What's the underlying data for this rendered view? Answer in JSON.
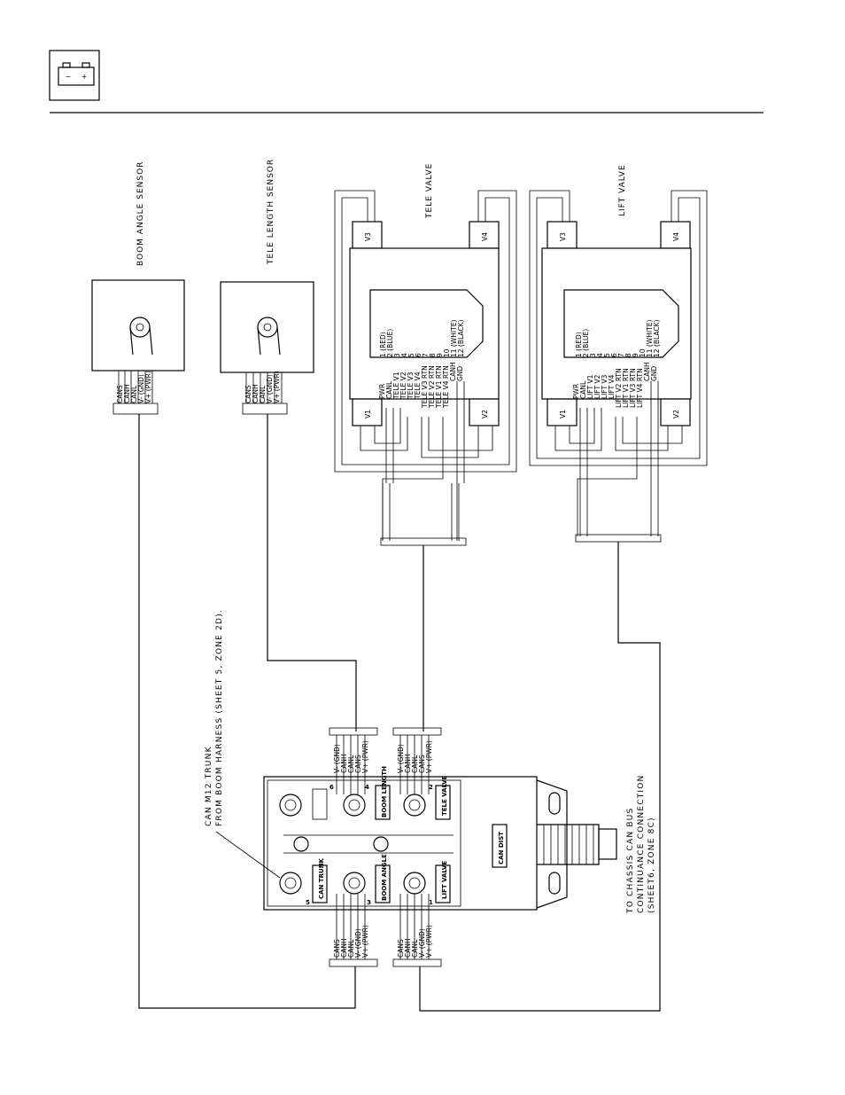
{
  "header": {
    "icon": "battery-icon",
    "minus": "−",
    "plus": "+"
  },
  "sensors": {
    "boom_angle": {
      "title": "BOOM ANGLE SENSOR",
      "pins": [
        "CANS",
        "CANH",
        "CANL",
        "V- (GND)",
        "V+ (PWR)"
      ]
    },
    "tele_length": {
      "title": "TELE LENGTH SENSOR",
      "pins": [
        "CANS",
        "CANH",
        "CANL",
        "V- (GND)",
        "V+ (PWR)"
      ]
    }
  },
  "tele_valve": {
    "title": "TELE VALVE",
    "coils": [
      "V3",
      "V4",
      "V1",
      "V2"
    ],
    "wires": [
      "PWR",
      "CANL",
      "TELE V1",
      "TELE V2",
      "TELE V3",
      "TELE V4",
      "TELE V3 RTN",
      "TELE V2 RTN",
      "TELE V1 RTN",
      "TELE V4 RTN",
      "CANH",
      "GND"
    ],
    "pins": [
      "1 (RED)",
      "2 (BLUE)",
      "3",
      "4",
      "5",
      "6",
      "7",
      "8",
      "9",
      "10",
      "11 (WHITE)",
      "12 (BLACK)"
    ]
  },
  "lift_valve": {
    "title": "LIFT VALVE",
    "coils": [
      "V3",
      "V4",
      "V1",
      "V2"
    ],
    "wires": [
      "PWR",
      "CANL",
      "LIFT V1",
      "LIFT V2",
      "LIFT V3",
      "LIFT V4",
      "LIFT V2 RTN",
      "LIFT V1 RTN",
      "LIFT V3 RTN",
      "LIFT V4 RTN",
      "CANH",
      "GND"
    ],
    "pins": [
      "1 (RED)",
      "2 (BLUE)",
      "3",
      "4",
      "5",
      "6",
      "7",
      "8",
      "9",
      "10",
      "11 (WHITE)",
      "12 (BLACK)"
    ]
  },
  "can_dist": {
    "label": "CAN DIST",
    "ports": {
      "can_trunk": {
        "label": "CAN TRUNK",
        "num": "5"
      },
      "boom_angle": {
        "label": "BOOM ANGLE",
        "num": "3"
      },
      "lift_valve": {
        "label": "LIFT VALVE",
        "num": "1"
      },
      "boom_length": {
        "label": "BOOM LENGTH",
        "num": "4"
      },
      "tele_valve": {
        "label": "TELE VALVE",
        "num": "2"
      },
      "spare": {
        "label": "",
        "num": "6"
      }
    },
    "bottom_pins": [
      "CANS",
      "CANH",
      "CANL",
      "V- (GND)",
      "V+ (PWR)"
    ],
    "top_pins": [
      "V- (GND)",
      "CANH",
      "CANL",
      "CANS",
      "V+ (PWR)"
    ]
  },
  "notes": {
    "trunk_1": "CAN M12 TRUNK",
    "trunk_2": "FROM BOOM HARNESS (SHEET 5, ZONE 2D).",
    "chassis_1": "TO CHASSIS CAN BUS",
    "chassis_2": "CONTINUANCE CONNECTION",
    "chassis_3": "(SHEET6, ZONE 8C)"
  }
}
